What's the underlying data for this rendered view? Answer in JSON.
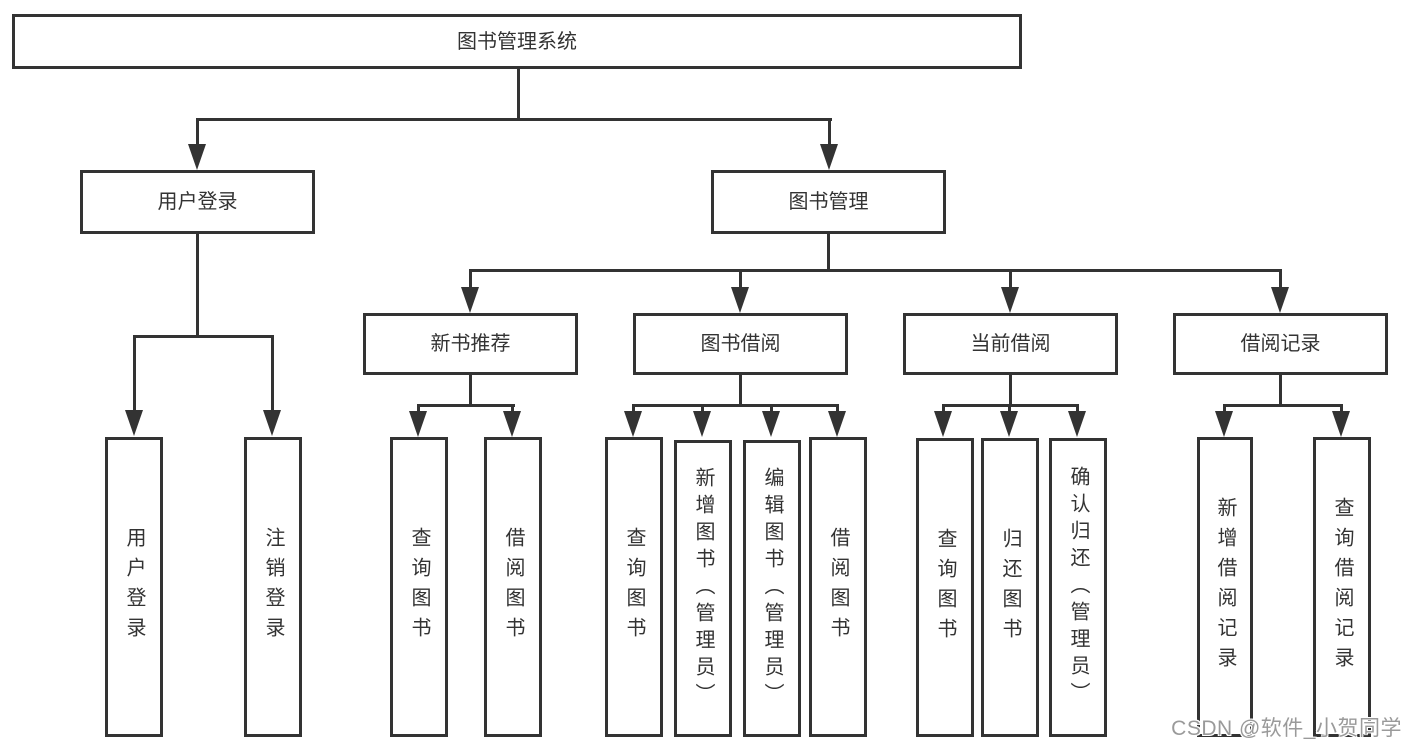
{
  "diagram": {
    "root_label": "图书管理系统",
    "level2": {
      "user_login": "用户登录",
      "book_management": "图书管理"
    },
    "login_children": [
      "用户登录",
      "注销登录"
    ],
    "level3": [
      "新书推荐",
      "图书借阅",
      "当前借阅",
      "借阅记录"
    ],
    "recommend_children": [
      "查询图书",
      "借阅图书"
    ],
    "borrow_children": [
      "查询图书",
      "新增图书（管理员）",
      "编辑图书（管理员）",
      "借阅图书"
    ],
    "current_children": [
      "查询图书",
      "归还图书",
      "确认归还（管理员）"
    ],
    "record_children": [
      "新增借阅记录",
      "查询借阅记录"
    ],
    "line_color": "#333333"
  },
  "watermark": {
    "text": "CSDN @软件_小贺同学",
    "color": "#9a9a9a"
  }
}
